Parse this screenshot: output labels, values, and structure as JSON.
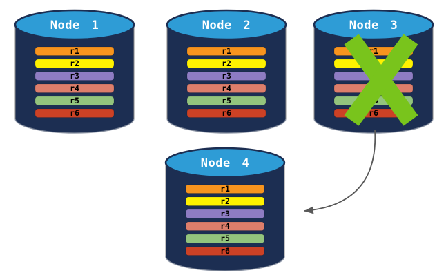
{
  "colors": {
    "background": "#ffffff",
    "cylinder_body": "#1c2e52",
    "cylinder_top": "#2e9cd6",
    "cylinder_outline": "#8a8a8a",
    "node_title_text": "#ffffff",
    "row_label_text": "#000000",
    "failure_x": "#79c41c",
    "arrow": "#595959"
  },
  "nodes": [
    {
      "title": "Node 1",
      "rows": [
        {
          "label": "r1",
          "color": "#f7941e"
        },
        {
          "label": "r2",
          "color": "#fff200"
        },
        {
          "label": "r3",
          "color": "#8e7cc3"
        },
        {
          "label": "r4",
          "color": "#dd7e6b"
        },
        {
          "label": "r5",
          "color": "#93c47d"
        },
        {
          "label": "r6",
          "color": "#cc4125"
        }
      ]
    },
    {
      "title": "Node 2",
      "rows": [
        {
          "label": "r1",
          "color": "#f7941e"
        },
        {
          "label": "r2",
          "color": "#fff200"
        },
        {
          "label": "r3",
          "color": "#8e7cc3"
        },
        {
          "label": "r4",
          "color": "#dd7e6b"
        },
        {
          "label": "r5",
          "color": "#93c47d"
        },
        {
          "label": "r6",
          "color": "#cc4125"
        }
      ]
    },
    {
      "title": "Node 3",
      "overlay_icon": "failure-x-icon",
      "rows": [
        {
          "label": "r1",
          "color": "#f7941e"
        },
        {
          "label": "r2",
          "color": "#fff200"
        },
        {
          "label": "r3",
          "color": "#8e7cc3"
        },
        {
          "label": "r4",
          "color": "#dd7e6b"
        },
        {
          "label": "r5",
          "color": "#93c47d"
        },
        {
          "label": "r6",
          "color": "#cc4125"
        }
      ]
    },
    {
      "title": "Node 4",
      "rows": [
        {
          "label": "r1",
          "color": "#f7941e"
        },
        {
          "label": "r2",
          "color": "#fff200"
        },
        {
          "label": "r3",
          "color": "#8e7cc3"
        },
        {
          "label": "r4",
          "color": "#dd7e6b"
        },
        {
          "label": "r5",
          "color": "#93c47d"
        },
        {
          "label": "r6",
          "color": "#cc4125"
        }
      ]
    }
  ],
  "arrow": {
    "from": "Node 3",
    "to": "Node 4"
  }
}
